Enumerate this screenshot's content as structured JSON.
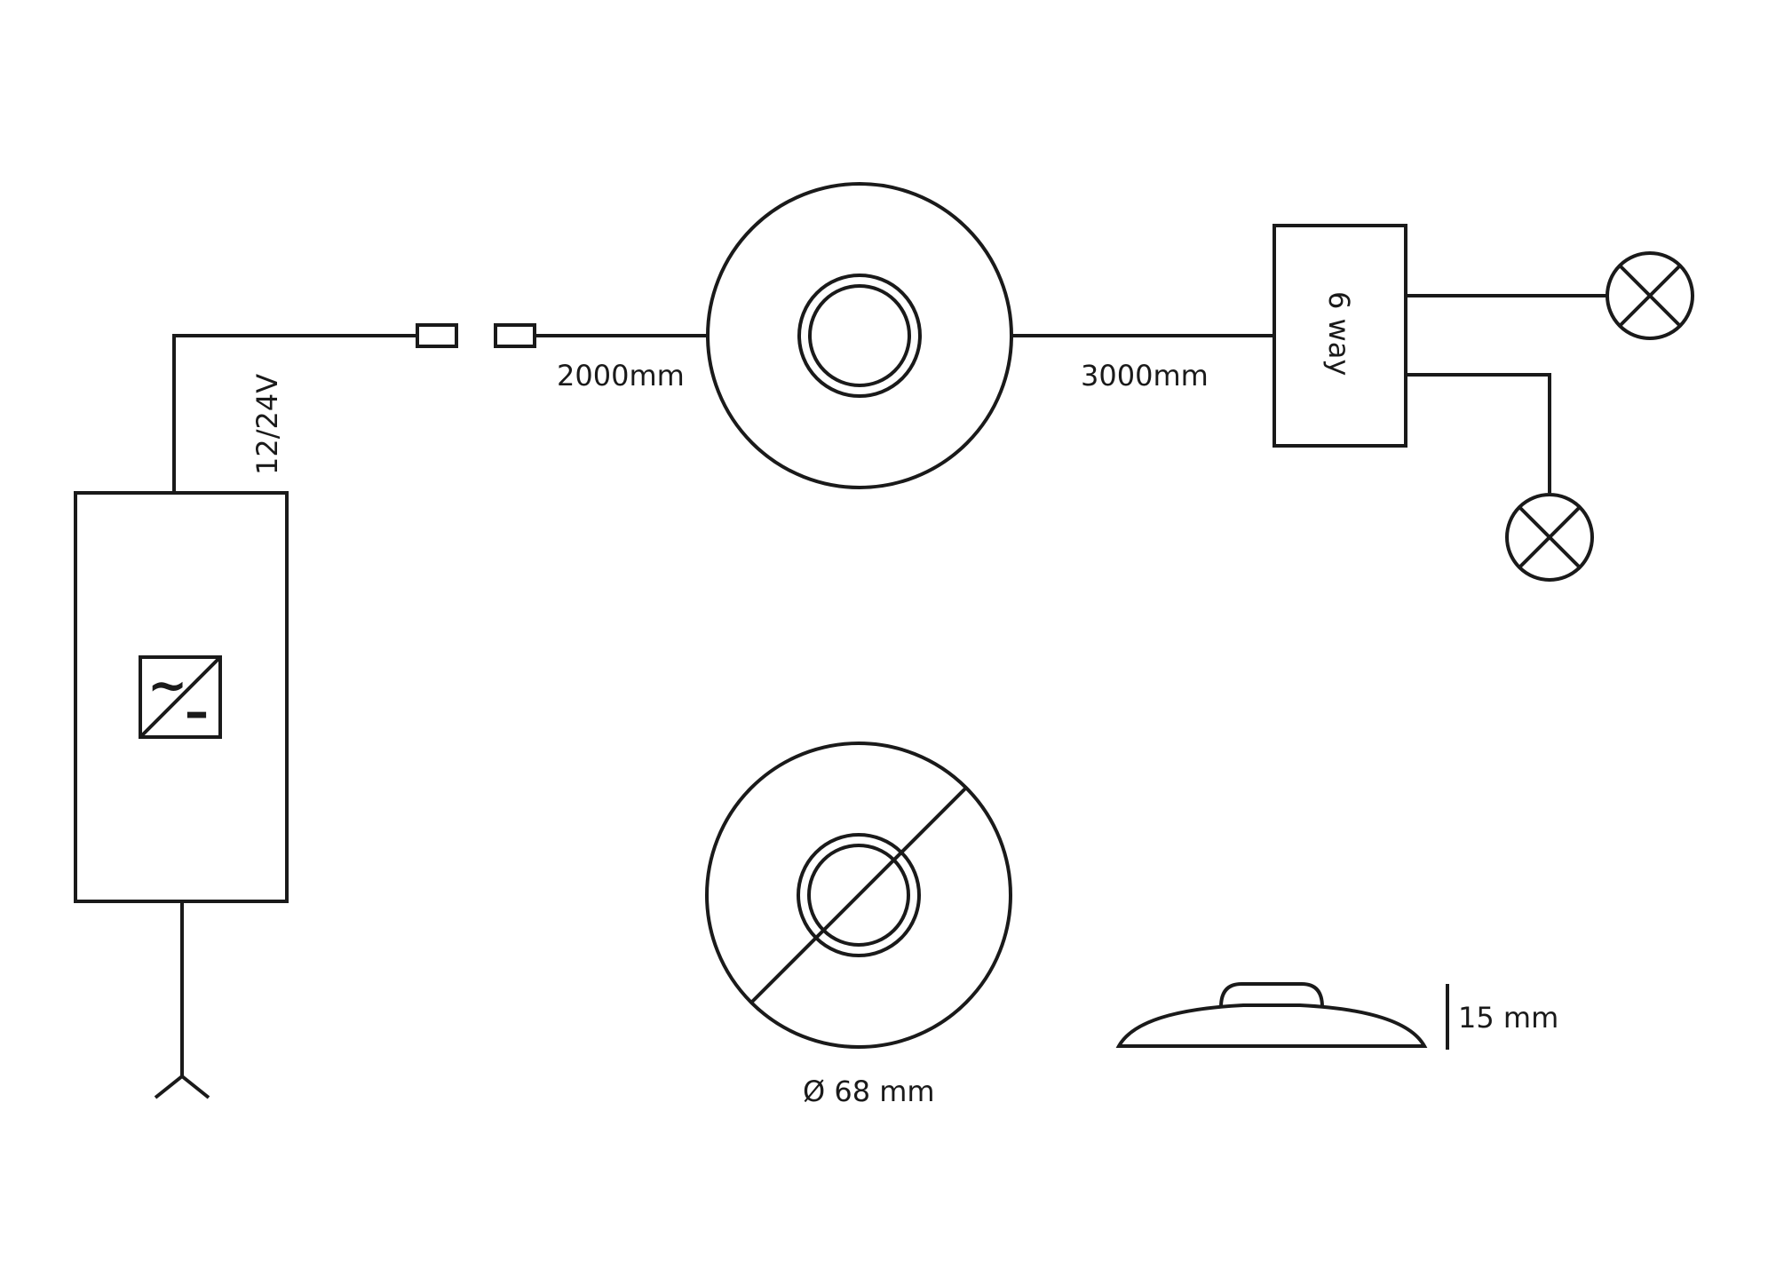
{
  "labels": {
    "supply_voltage": "12/24V",
    "lead_length_1": "2000mm",
    "lead_length_2": "3000mm",
    "distributor": "6 way",
    "diameter": "Ø 68 mm",
    "height": "15 mm"
  },
  "symbols": {
    "ac": "~",
    "dc": "–"
  },
  "colors": {
    "line": "#1a1a1a",
    "background": "#ffffff"
  }
}
